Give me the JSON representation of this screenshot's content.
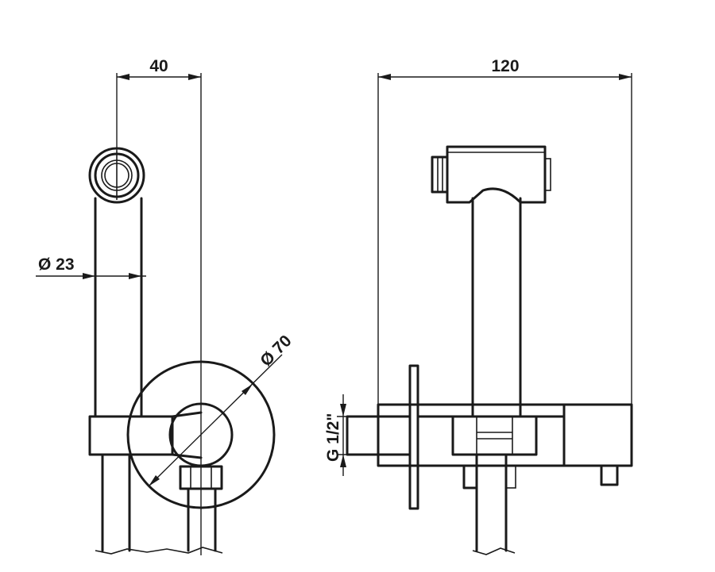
{
  "dimensions": {
    "side_offset": "40",
    "front_width": "120",
    "hose_diameter": "Ø 23",
    "flange_diameter": "Ø 70",
    "thread_size": "G 1/2\""
  },
  "colors": {
    "line": "#1a1a1a",
    "background": "#ffffff"
  }
}
